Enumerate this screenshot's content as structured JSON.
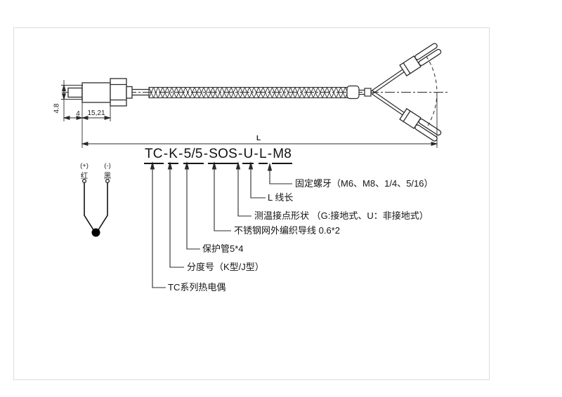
{
  "page": {
    "background_color": "#ffffff",
    "frame_border_color": "#dcdcdc"
  },
  "drawing": {
    "line_color": "#2b2b2b",
    "description-free": ""
  },
  "model_code": {
    "separator": "-",
    "segments": [
      "TC",
      "K",
      "5/5",
      "SOS",
      "U",
      "L",
      "M8"
    ]
  },
  "annotations": [
    {
      "maps_to": "M8",
      "text": "固定螺牙（M6、M8、1/4、5/16）"
    },
    {
      "maps_to": "L",
      "text": "L 线长"
    },
    {
      "maps_to": "U",
      "text": "测温接点形状 （G:接地式、U：非接地式）"
    },
    {
      "maps_to": "SOS",
      "text": "不锈钢网外编织导线 0.6*2"
    },
    {
      "maps_to": "5/5",
      "text": "保护管5*4"
    },
    {
      "maps_to": "K",
      "text": "分度号（K型/J型）"
    },
    {
      "maps_to": "TC",
      "text": "TC系列热电偶"
    }
  ],
  "dimensions": {
    "tip_diameter": "4.8",
    "tip_length": "4",
    "body_length": "15,21",
    "total_length": "L"
  },
  "wire_legend": {
    "positive_polarity": "(+)",
    "positive_wire_color": "红",
    "negative_polarity": "(-)",
    "negative_wire_color": "黑"
  }
}
